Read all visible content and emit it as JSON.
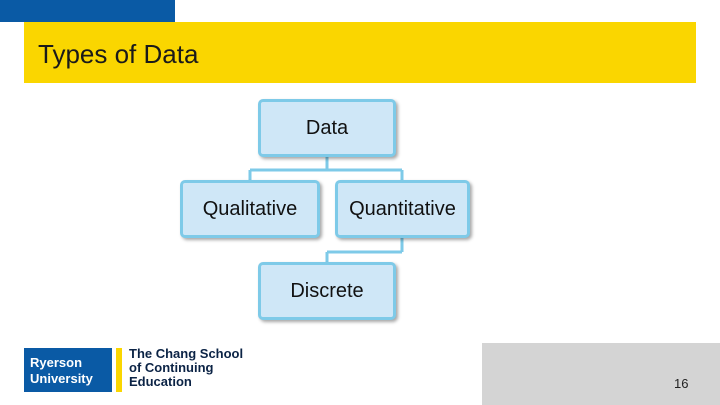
{
  "slide": {
    "title": "Types of Data",
    "page_number": "16"
  },
  "diagram": {
    "root": "Data",
    "children": [
      "Qualitative",
      "Quantitative"
    ],
    "grandchild": "Discrete"
  },
  "logo": {
    "institution_lines": [
      "Ryerson",
      "University"
    ],
    "school_lines": [
      "The Chang School",
      "of Continuing",
      "Education"
    ]
  },
  "colors": {
    "accent_yellow": "#fad600",
    "accent_blue": "#0a5aa5",
    "node_fill": "#cfe7f7",
    "node_border": "#7ecae8"
  }
}
